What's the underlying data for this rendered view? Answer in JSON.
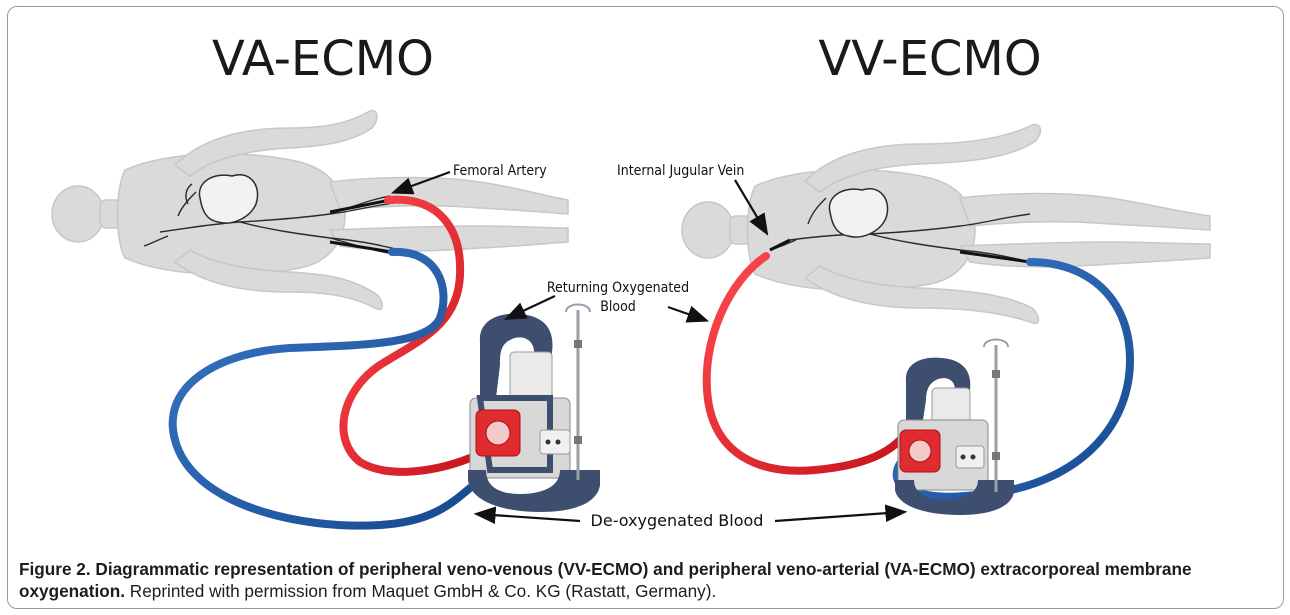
{
  "panels": {
    "left": {
      "title": "VA-ECMO",
      "labels": {
        "femoral_artery": "Femoral Artery",
        "returning_1": "Returning Oxygenated",
        "returning_2": "Blood"
      }
    },
    "right": {
      "title": "VV-ECMO",
      "labels": {
        "internal_jugular": "Internal Jugular Vein"
      }
    },
    "shared_label": "De-oxygenated Blood"
  },
  "colors": {
    "oxygenated": "#e0252e",
    "deoxygenated": "#1f5aa6",
    "body": "#d9d9d9",
    "machine_frame": "#3d4e6e",
    "frame_border": "#9a9a9a"
  },
  "caption": {
    "bold": "Figure 2. Diagrammatic representation of peripheral veno-venous (VV-ECMO) and peripheral veno-arterial (VA-ECMO) extracorporeal membrane oxygenation.",
    "normal": " Reprinted with permission from Maquet GmbH & Co. KG (Rastatt, Germany)."
  }
}
